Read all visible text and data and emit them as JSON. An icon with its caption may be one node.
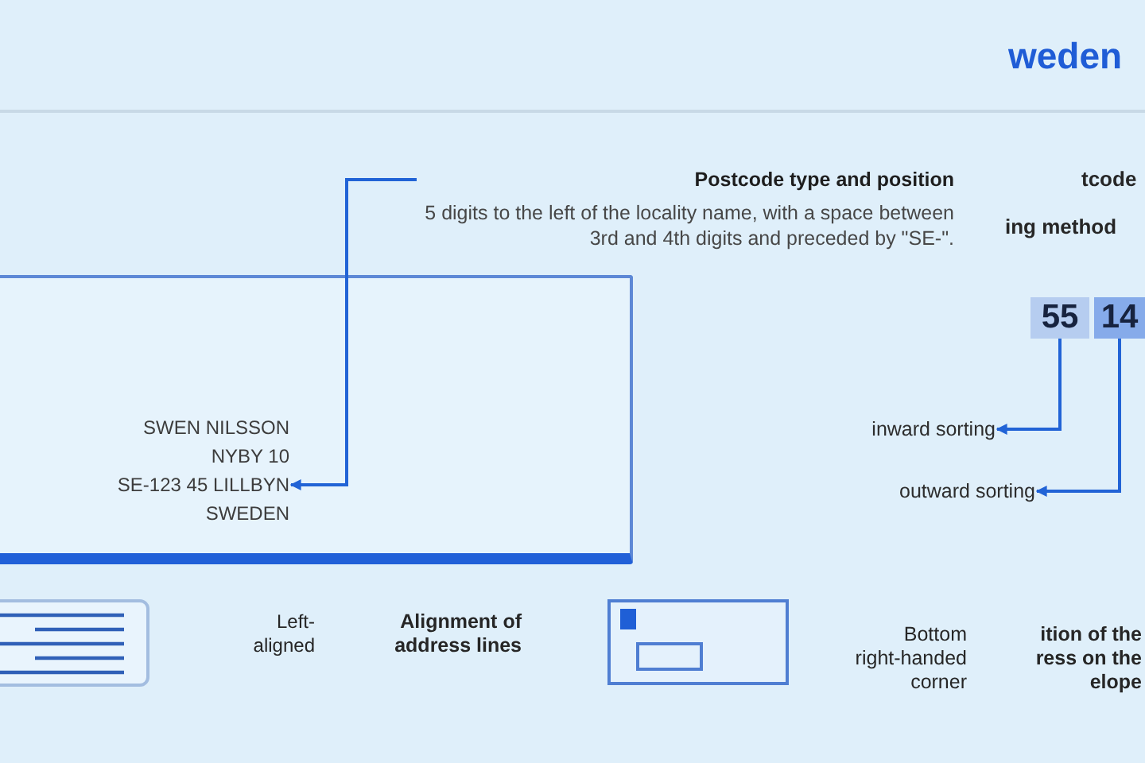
{
  "diagram": {
    "title": "weden",
    "nodes": [
      {
        "text": [],
        "shape": "box"
      },
      {
        "text": [
          "SWEN NILSSON",
          "NYBY 10",
          "SE-123 45 LILLBYN",
          "SWEDEN"
        ],
        "in": 0
      },
      {
        "text": [
          "Postcode type and position",
          "5 digits to the left of the locality name, with a space between 3rd and 4th digits and preceded by \"SE-\"."
        ]
      },
      {
        "text": [
          "14"
        ]
      },
      {
        "text": [
          "55"
        ]
      },
      {
        "text": [
          "inward sorting"
        ]
      },
      {
        "text": [
          "outward sorting"
        ]
      }
    ],
    "edges": [
      {
        "from": 2,
        "to": 1,
        "arrow": "to"
      },
      {
        "from": 4,
        "to": 5,
        "arrow": "to"
      },
      {
        "from": 3,
        "to": 6,
        "arrow": "to"
      }
    ],
    "labels": [
      "tcode",
      "ing method",
      "Left-aligned",
      "Alignment of address lines",
      "Bottom right-handed corner",
      "ition of the ress on the elope"
    ]
  }
}
